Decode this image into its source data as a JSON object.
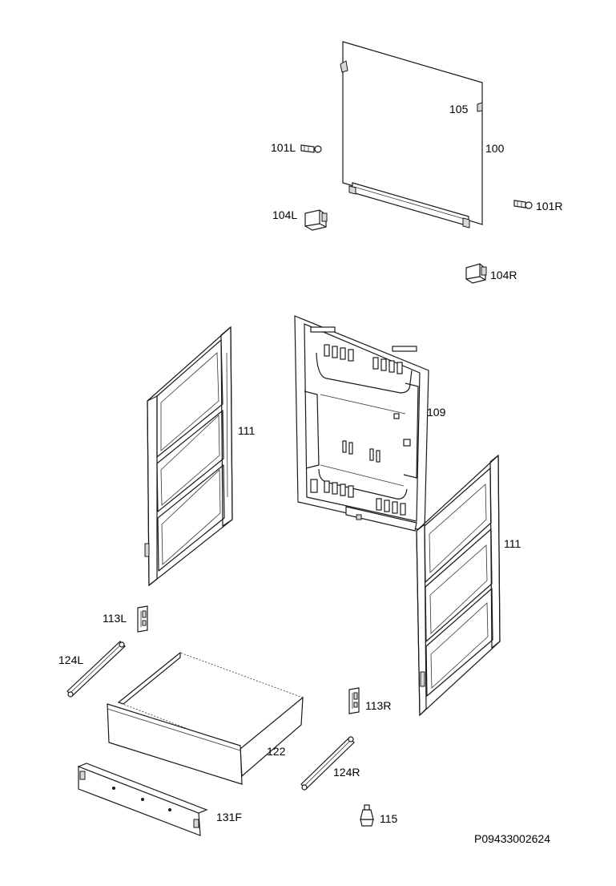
{
  "labels": {
    "p100": "100",
    "p101L": "101L",
    "p101R": "101R",
    "p104L": "104L",
    "p104R": "104R",
    "p105": "105",
    "p109": "109",
    "p111_left": "111",
    "p111_right": "111",
    "p113L": "113L",
    "p113R": "113R",
    "p115": "115",
    "p122": "122",
    "p124L": "124L",
    "p124R": "124R",
    "p131F": "131F"
  },
  "drawing_code": "P09433002624",
  "colors": {
    "line": "#1a1a1a",
    "background": "#ffffff"
  }
}
